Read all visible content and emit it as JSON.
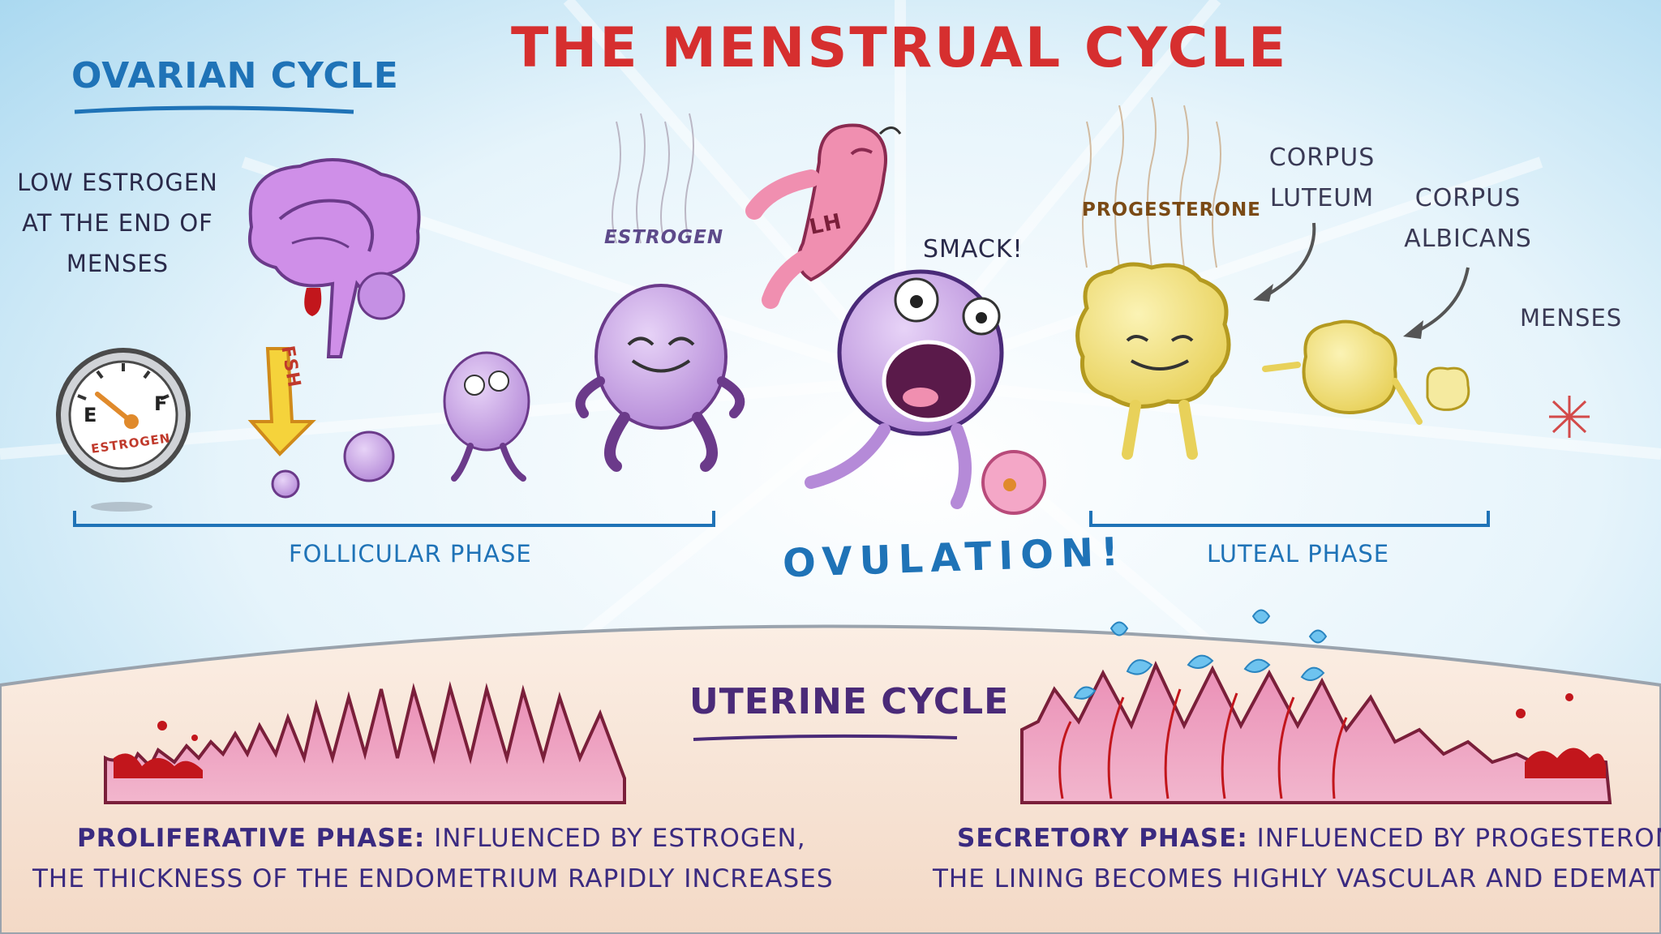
{
  "title": "THE MENSTRUAL CYCLE",
  "ovarian": {
    "heading": "OVARIAN CYCLE",
    "low_estrogen": "LOW ESTROGEN AT THE END OF MENSES",
    "gauge": {
      "empty": "E",
      "full": "F",
      "label": "ESTROGEN"
    },
    "fsh": "FSH",
    "estrogen": "ESTROGEN",
    "lh": "LH",
    "smack": "SMACK!",
    "progesterone": "PROGESTERONE",
    "corpus_luteum": "CORPUS LUTEUM",
    "corpus_albicans": "CORPUS ALBICANS",
    "menses": "MENSES",
    "follicular_phase": "FOLLICULAR PHASE",
    "ovulation": "OVULATION!",
    "luteal_phase": "LUTEAL PHASE"
  },
  "uterine": {
    "heading": "UTERINE CYCLE",
    "proliferative": {
      "title": "PROLIFERATIVE PHASE:",
      "text1": "INFLUENCED BY ESTROGEN,",
      "text2": "THE THICKNESS OF THE ENDOMETRIUM RAPIDLY INCREASES"
    },
    "secretory": {
      "title": "SECRETORY PHASE:",
      "text1": "INFLUENCED BY PROGESTERONE,",
      "text2": "THE LINING BECOMES HIGHLY VASCULAR AND EDEMATOUS"
    }
  },
  "colors": {
    "title_red": "#d62f2f",
    "ovarian_blue": "#1f73b7",
    "uterine_purple": "#4a2a78",
    "follicle_purple": "#c9a6e6",
    "corpus_yellow": "#f2e27a",
    "tissue_pink": "#e889b0",
    "blood_red": "#c2161c",
    "fluid_blue": "#6ec3ef"
  },
  "icons": [
    "brain-icon",
    "fsh-arrow-icon",
    "estrogen-gauge-icon",
    "follicle-icon",
    "lh-character-icon",
    "ovum-icon",
    "corpus-luteum-icon",
    "corpus-albicans-icon",
    "menses-sparkle-icon",
    "endometrium-icon"
  ]
}
